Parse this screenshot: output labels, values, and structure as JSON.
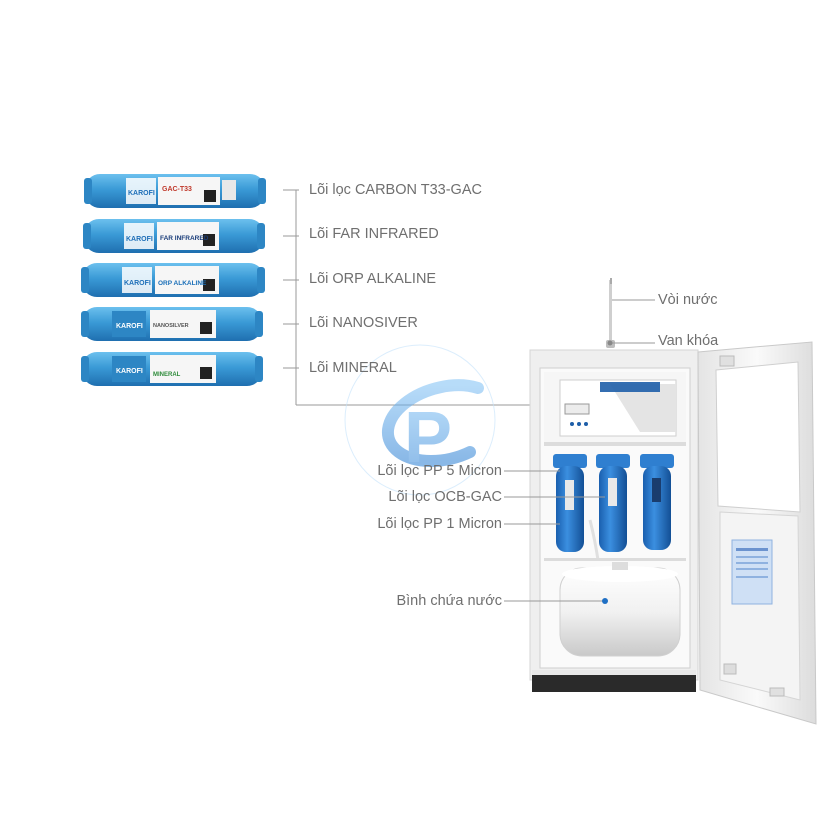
{
  "left_labels": [
    "Lõi lọc CARBON T33-GAC",
    "Lõi FAR INFRARED",
    "Lõi ORP ALKALINE",
    "Lõi NANOSIVER",
    "Lõi MINERAL"
  ],
  "right_labels": {
    "faucet": "Vòi nước",
    "valve": "Van khóa"
  },
  "center_labels": {
    "pp5": "Lõi lọc PP 5 Micron",
    "ocb": "Lõi lọc OCB-GAC",
    "pp1": "Lõi lọc PP 1 Micron",
    "tank": "Bình chứa nước"
  },
  "cartridge_labels": [
    "GAC-T33",
    "FAR INFRARED",
    "ORP ALKALINE",
    "NANOSILVER",
    "MINERAL"
  ],
  "brand": "KAROFI",
  "watermark_letters": "P",
  "colors": {
    "cartridge_blue": "#3a9ad6",
    "filter_blue": "#1f6fc4",
    "cabinet": "#f3f3f3",
    "leader_line": "#9a9a9a",
    "label_text": "#6f6f6f",
    "watermark": "#2a7fd4"
  }
}
